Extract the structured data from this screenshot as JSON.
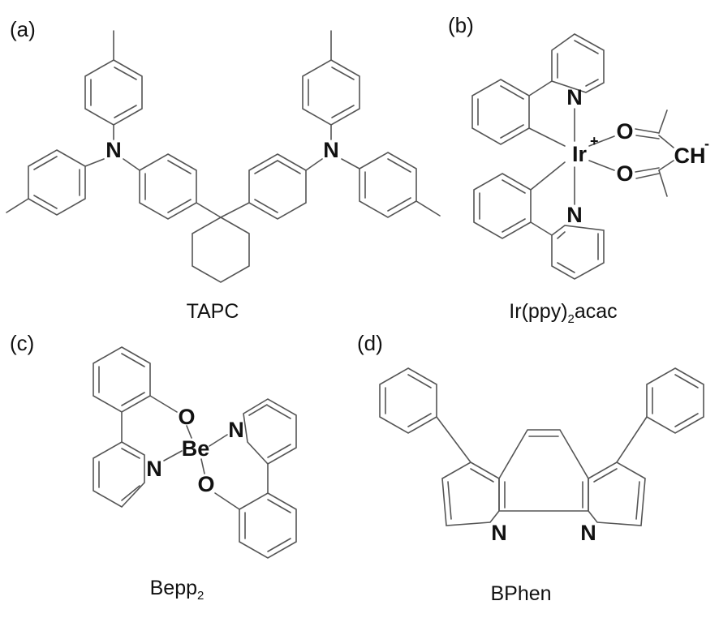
{
  "panels": [
    {
      "id": "a",
      "label": "(a)",
      "name": "TAPC",
      "atoms": [
        {
          "text": "N"
        },
        {
          "text": "N"
        }
      ]
    },
    {
      "id": "b",
      "label": "(b)",
      "name": "Ir(ppy)",
      "name_subscript": "2",
      "name_suffix": "acac",
      "atoms": [
        {
          "text": "N"
        },
        {
          "text": "N"
        },
        {
          "text": "Ir",
          "charge": "+"
        },
        {
          "text": "O"
        },
        {
          "text": "O"
        },
        {
          "text": "CH",
          "charge": "-"
        }
      ]
    },
    {
      "id": "c",
      "label": "(c)",
      "name": "Bepp",
      "name_subscript": "2",
      "name_suffix": "",
      "atoms": [
        {
          "text": "O"
        },
        {
          "text": "Be"
        },
        {
          "text": "N"
        },
        {
          "text": "N"
        },
        {
          "text": "O"
        }
      ]
    },
    {
      "id": "d",
      "label": "(d)",
      "name": "BPhen",
      "atoms": [
        {
          "text": "N"
        },
        {
          "text": "N"
        }
      ]
    }
  ],
  "colors": {
    "bond": "#555555",
    "text": "#111111",
    "background": "#ffffff"
  }
}
